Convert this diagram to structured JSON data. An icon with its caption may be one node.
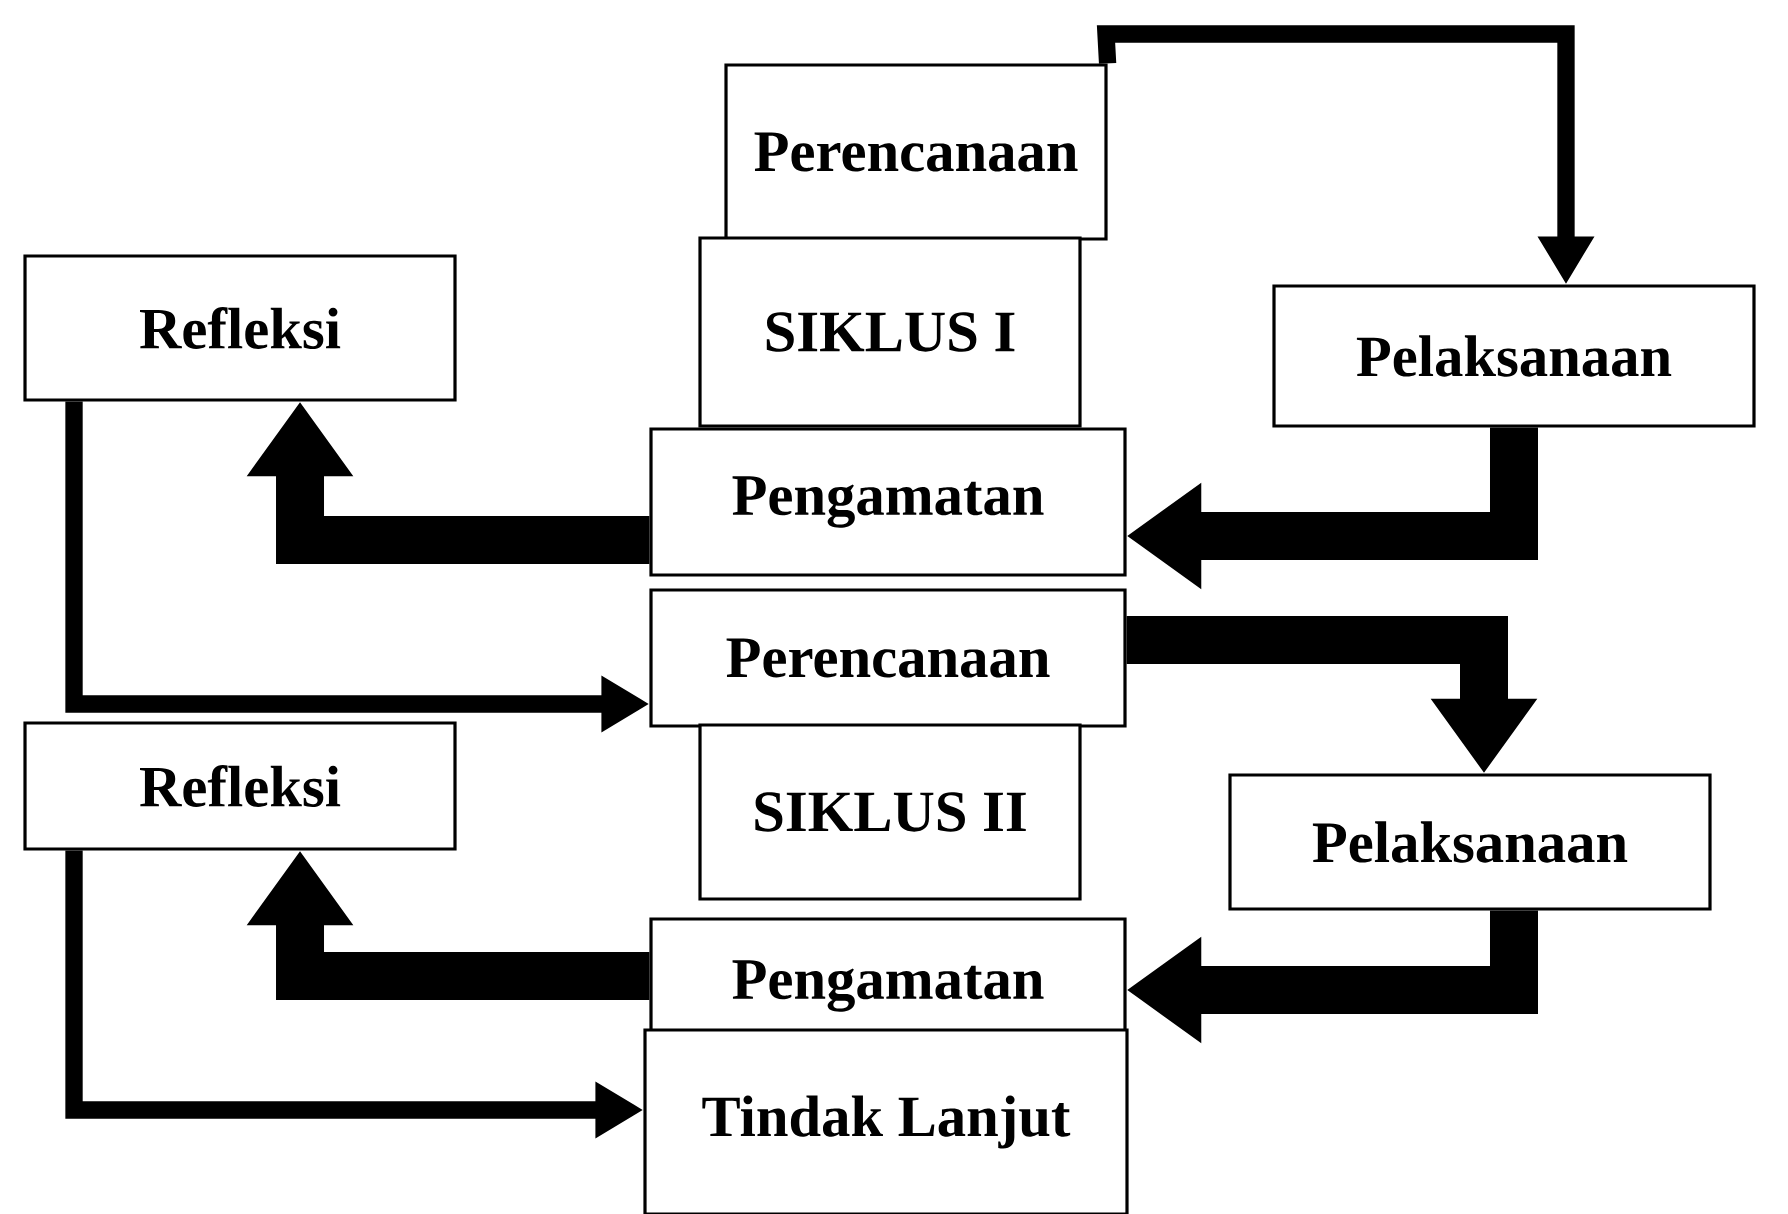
{
  "diagram": {
    "nodes": [
      {
        "text": [
          "Perencanaan"
        ]
      },
      {
        "text": [
          "SIKLUS I"
        ]
      },
      {
        "text": [
          "Refleksi"
        ]
      },
      {
        "text": [
          "Pelaksanaan"
        ]
      },
      {
        "text": [
          "Pengamatan"
        ]
      },
      {
        "text": [
          "Perencanaan"
        ]
      },
      {
        "text": [
          "Refleksi"
        ]
      },
      {
        "text": [
          "SIKLUS II"
        ]
      },
      {
        "text": [
          "Pelaksanaan"
        ]
      },
      {
        "text": [
          "Pengamatan"
        ]
      },
      {
        "text": [
          "Tindak Lanjut"
        ]
      }
    ],
    "edges": [
      {
        "from": 0,
        "to": 3,
        "arrow": "to"
      },
      {
        "from": 3,
        "to": 4,
        "arrow": "to"
      },
      {
        "from": 4,
        "to": 2,
        "arrow": "to"
      },
      {
        "from": 2,
        "to": 5,
        "arrow": "to"
      },
      {
        "from": 5,
        "to": 8,
        "arrow": "to"
      },
      {
        "from": 8,
        "to": 9,
        "arrow": "to"
      },
      {
        "from": 9,
        "to": 6,
        "arrow": "to"
      },
      {
        "from": 6,
        "to": 10,
        "arrow": "to"
      }
    ]
  }
}
